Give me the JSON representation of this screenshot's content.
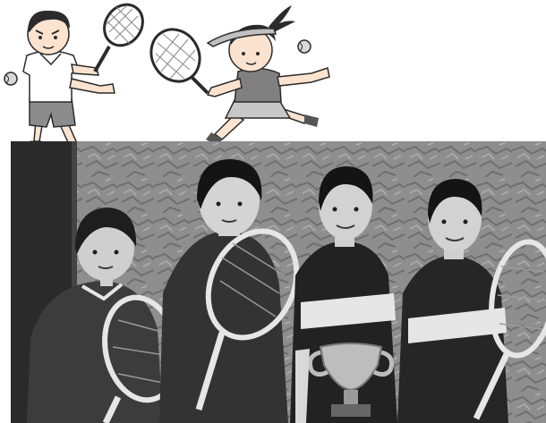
{
  "illustration": {
    "figures": [
      "boy-tennis-player",
      "girl-tennis-player"
    ],
    "colors": {
      "line": "#2b2b2b",
      "skin": "#fbe3cf",
      "boy_shirt": "#ffffff",
      "boy_shorts": "#8c8c8c",
      "girl_visor": "#c0c0c0",
      "girl_top": "#808080",
      "ball": "#d9d9d9"
    }
  },
  "photo": {
    "tone": "grayscale",
    "subjects": [
      "child-1",
      "child-2",
      "child-3",
      "child-4"
    ],
    "objects": [
      "tennis-racket",
      "tennis-racket",
      "tennis-racket",
      "tennis-racket",
      "trophy-cup"
    ],
    "colors": {
      "background": "#8e8e8e",
      "left_panel": "#2a2a2a",
      "shirt_dark": "#222222",
      "shirt_stripe": "#e6e6e6",
      "trophy": "#bdbdbd"
    }
  }
}
